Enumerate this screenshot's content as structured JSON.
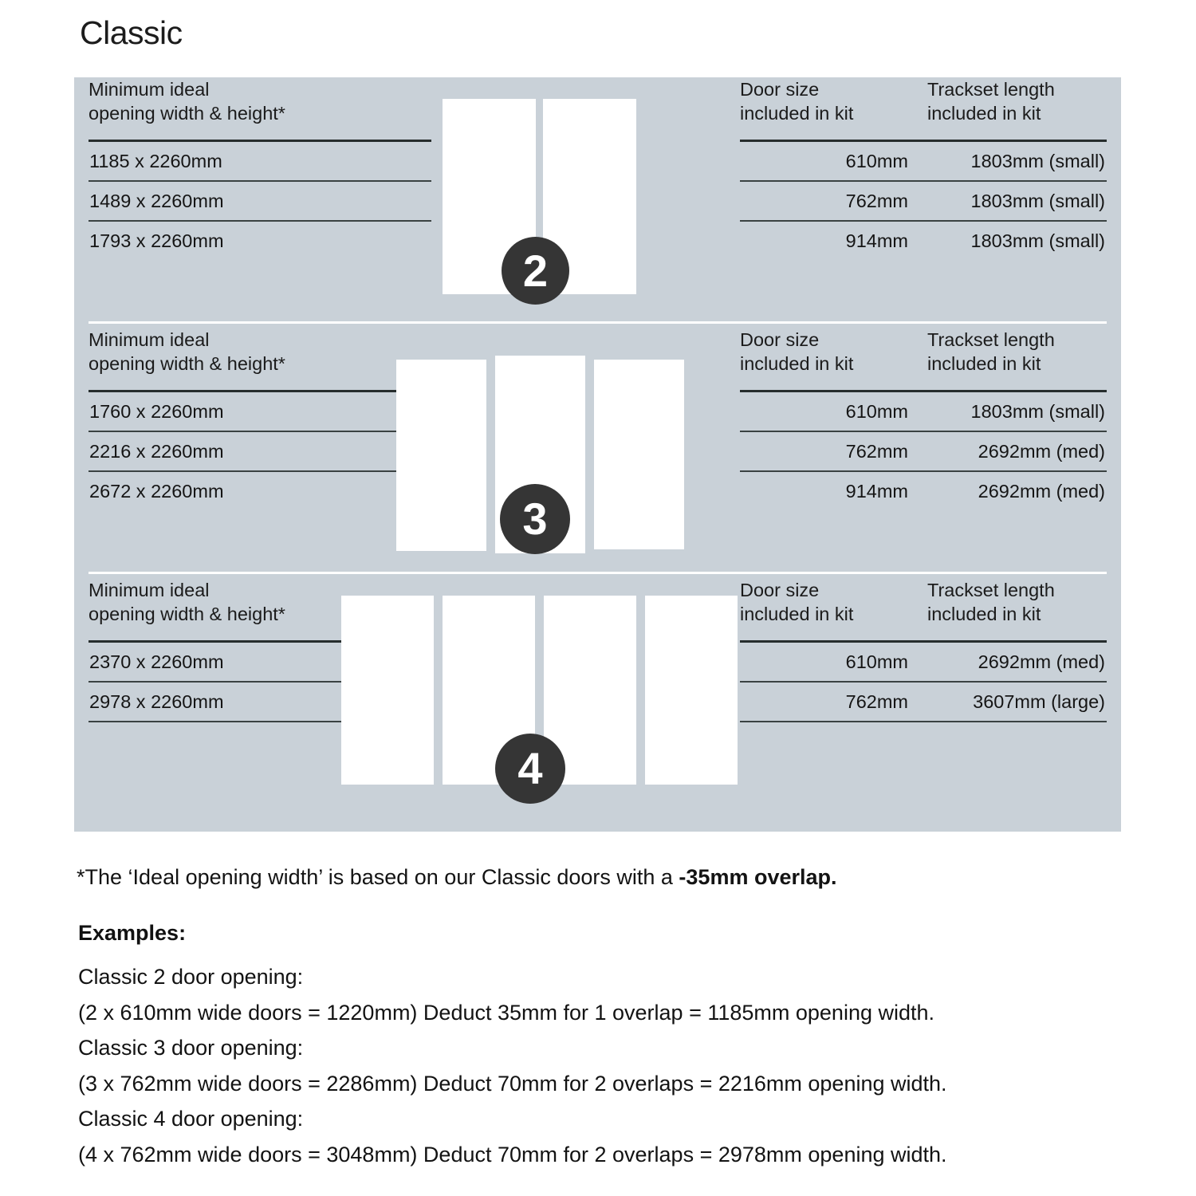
{
  "title": "Classic",
  "colors": {
    "panel_background": "#c9d1d8",
    "door_panel": "#ffffff",
    "badge": "#353535",
    "text": "#1a1a1a"
  },
  "table_headers": {
    "left": "Minimum ideal\nopening width & height*",
    "door_size": "Door size\nincluded in kit",
    "trackset": "Trackset length\nincluded in kit"
  },
  "sections": [
    {
      "badge": "2",
      "door_count": 2,
      "rows": [
        {
          "opening": "1185 x 2260mm",
          "door_size": "610mm",
          "trackset": "1803mm (small)"
        },
        {
          "opening": "1489 x 2260mm",
          "door_size": "762mm",
          "trackset": "1803mm (small)"
        },
        {
          "opening": "1793 x 2260mm",
          "door_size": "914mm",
          "trackset": "1803mm (small)"
        }
      ]
    },
    {
      "badge": "3",
      "door_count": 3,
      "rows": [
        {
          "opening": "1760 x 2260mm",
          "door_size": "610mm",
          "trackset": "1803mm (small)"
        },
        {
          "opening": "2216 x 2260mm",
          "door_size": "762mm",
          "trackset": "2692mm (med)"
        },
        {
          "opening": "2672 x 2260mm",
          "door_size": "914mm",
          "trackset": "2692mm (med)"
        }
      ]
    },
    {
      "badge": "4",
      "door_count": 4,
      "rows": [
        {
          "opening": "2370 x 2260mm",
          "door_size": "610mm",
          "trackset": "2692mm (med)"
        },
        {
          "opening": "2978 x 2260mm",
          "door_size": "762mm",
          "trackset": "3607mm (large)"
        }
      ]
    }
  ],
  "footnote": {
    "prefix": "*The ‘Ideal opening width’ is based on our Classic doors with a ",
    "bold": "-35mm overlap."
  },
  "examples": {
    "heading": "Examples:",
    "lines": [
      "Classic 2 door opening:",
      "(2 x 610mm wide doors = 1220mm)  Deduct 35mm for 1 overlap = 1185mm opening width.",
      "Classic 3 door opening:",
      "(3 x 762mm wide doors = 2286mm)  Deduct 70mm for 2 overlaps = 2216mm opening width.",
      "Classic 4 door opening:",
      "(4 x 762mm wide doors = 3048mm)  Deduct 70mm for 2 overlaps = 2978mm opening width."
    ]
  }
}
